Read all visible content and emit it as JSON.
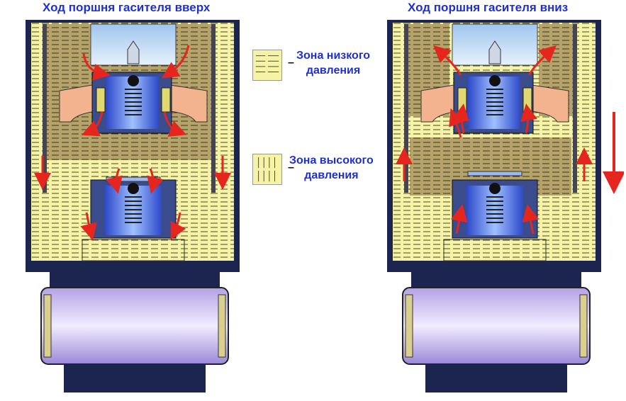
{
  "titles": {
    "upstroke": "Ход поршня гасителя вверх",
    "downstroke": "Ход поршня гасителя вниз"
  },
  "legend": {
    "low_pressure_line1": "Зона низкого",
    "low_pressure_line2": "давления",
    "high_pressure_line1": "Зона высокого",
    "high_pressure_line2": "давления",
    "dash": "–"
  },
  "colors": {
    "title_text": "#1f2fd6",
    "low_pressure_fill": "#f7f3a6",
    "high_pressure_fill": "#b5a36a",
    "flow_arrow": "#e5261f",
    "casing_dark": "#1b2550",
    "valve_blue": "#4f7df0",
    "piston_salmon": "#f2b38e",
    "cylinder_violet": "#c9b8ef"
  }
}
